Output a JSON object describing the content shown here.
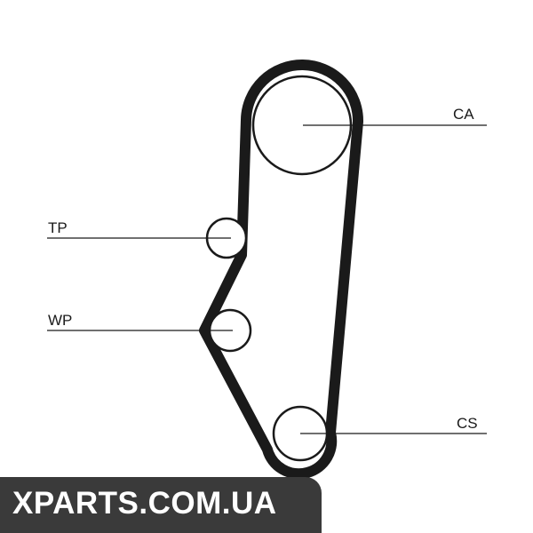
{
  "labels": {
    "ca": "CA",
    "tp": "TP",
    "wp": "WP",
    "cs": "CS"
  },
  "watermark": {
    "text": "XPARTS.COM.UA"
  },
  "colors": {
    "belt": "#1a1a1a",
    "pulley_outline": "#1a1a1a",
    "leader_line": "#1a1a1a",
    "watermark_bg": "#3a3a3a",
    "watermark_text": "#ffffff"
  }
}
